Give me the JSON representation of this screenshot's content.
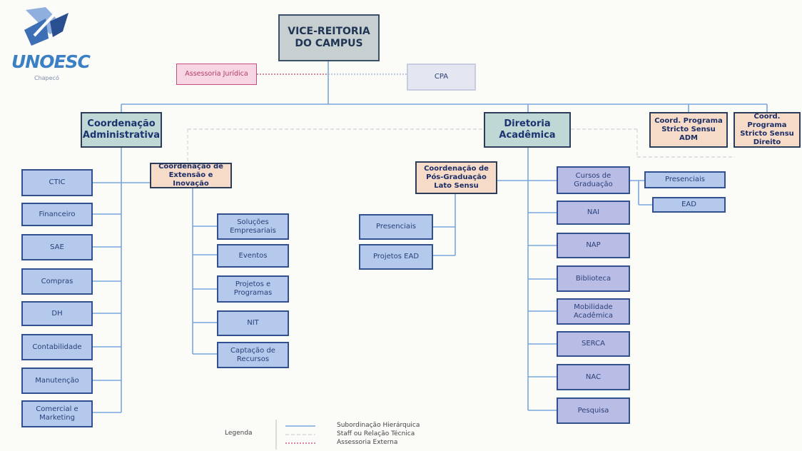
{
  "logo": {
    "name": "UNOESC",
    "sub": "Chapecó"
  },
  "root": "VICE-REITORIA\nDO CAMPUS",
  "advisory": {
    "legal": "Assessoria Jurídica",
    "cpa": "CPA"
  },
  "level1": {
    "admin": "Coordenação\nAdministrativa",
    "academic": "Diretoria\nAcadêmica",
    "ppg_adm": "Coord. Programa\nStricto Sensu\nADM",
    "ppg_direito": "Coord. Programa\nStricto Sensu\nDireito"
  },
  "admin_units": [
    "CTIC",
    "Financeiro",
    "SAE",
    "Compras",
    "DH",
    "Contabilidade",
    "Manutenção",
    "Comercial e\nMarketing"
  ],
  "extension": {
    "title": "Coordenação de\nExtensão e Inovação",
    "units": [
      "Soluções\nEmpresariais",
      "Eventos",
      "Projetos e\nProgramas",
      "NIT",
      "Captação de\nRecursos"
    ]
  },
  "postgrad": {
    "title": "Coordenação de\nPós-Graduação\nLato Sensu",
    "units": [
      "Presenciais",
      "Projetos EAD"
    ]
  },
  "academic_units": [
    "Cursos de\nGraduação",
    "NAI",
    "NAP",
    "Biblioteca",
    "Mobilidade\nAcadêmica",
    "SERCA",
    "NAC",
    "Pesquisa"
  ],
  "graduation_modes": [
    "Presenciais",
    "EAD"
  ],
  "legend": {
    "label": "Legenda",
    "items": [
      "Subordinação Hierárquica",
      "Staff ou Relação Técnica",
      "Assessoria Externa"
    ]
  },
  "colors": {
    "line_solid": "#7aa6dc",
    "line_staff": "#d4d4d4",
    "line_external": "#c33f6f",
    "box_border": "#33508e"
  }
}
